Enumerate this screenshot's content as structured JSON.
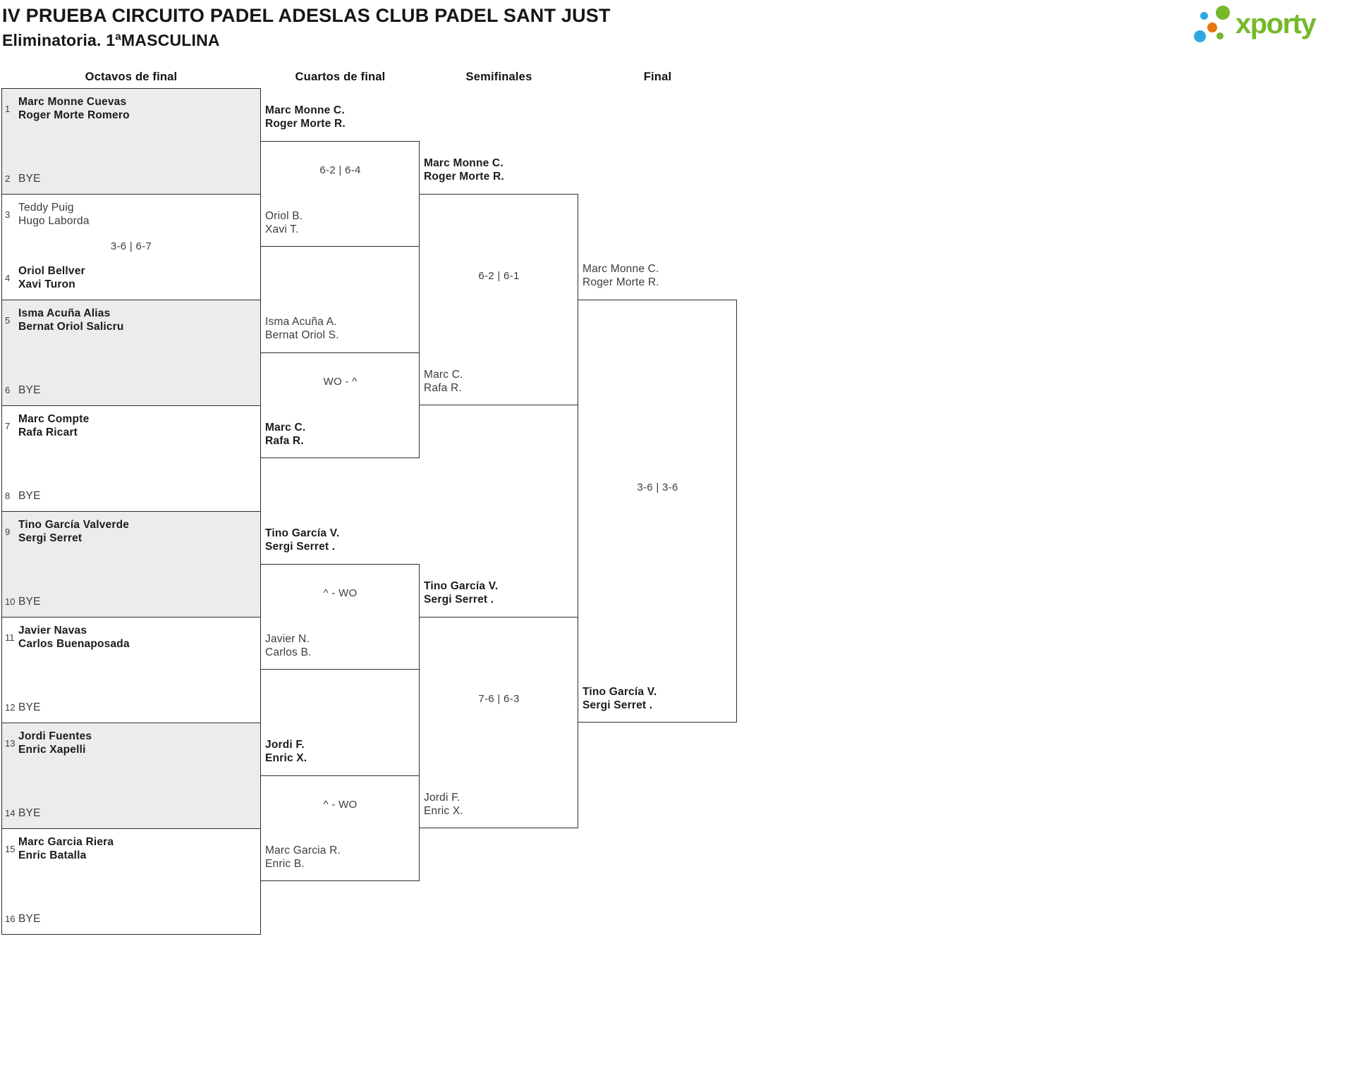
{
  "header": {
    "title": "IV PRUEBA CIRCUITO PADEL ADESLAS CLUB PADEL SANT JUST",
    "subtitle": "Eliminatoria. 1ªMASCULINA"
  },
  "logo": {
    "text": "xporty"
  },
  "colors": {
    "green": "#76b82a",
    "blue": "#2ba9e0",
    "orange": "#e8750e",
    "border": "#2e2e2e",
    "gray_box": "#ececec",
    "text_bold": "#1b1b1b",
    "text_normal": "#3c3c3c"
  },
  "bracket": {
    "rounds": [
      {
        "name": "Octavos de final",
        "matches": [
          {
            "score": "",
            "teams": [
              {
                "seed": "1",
                "lines": [
                  "Marc Monne Cuevas",
                  "Roger Morte Romero"
                ],
                "bold": true
              },
              {
                "seed": "2",
                "lines": [
                  "BYE"
                ],
                "bold": false
              }
            ]
          },
          {
            "score": "3-6 | 6-7",
            "teams": [
              {
                "seed": "3",
                "lines": [
                  "Teddy Puig",
                  "Hugo Laborda"
                ],
                "bold": false
              },
              {
                "seed": "4",
                "lines": [
                  "Oriol Bellver",
                  "Xavi Turon"
                ],
                "bold": true
              }
            ]
          },
          {
            "score": "",
            "teams": [
              {
                "seed": "5",
                "lines": [
                  "Isma Acuña Alias",
                  "Bernat Oriol Salicru"
                ],
                "bold": true
              },
              {
                "seed": "6",
                "lines": [
                  "BYE"
                ],
                "bold": false
              }
            ]
          },
          {
            "score": "",
            "teams": [
              {
                "seed": "7",
                "lines": [
                  "Marc Compte",
                  "Rafa Ricart"
                ],
                "bold": true
              },
              {
                "seed": "8",
                "lines": [
                  "BYE"
                ],
                "bold": false
              }
            ]
          },
          {
            "score": "",
            "teams": [
              {
                "seed": "9",
                "lines": [
                  "Tino García Valverde",
                  "Sergi Serret"
                ],
                "bold": true
              },
              {
                "seed": "10",
                "lines": [
                  "BYE"
                ],
                "bold": false
              }
            ]
          },
          {
            "score": "",
            "teams": [
              {
                "seed": "11",
                "lines": [
                  "Javier Navas",
                  "Carlos Buenaposada"
                ],
                "bold": true
              },
              {
                "seed": "12",
                "lines": [
                  "BYE"
                ],
                "bold": false
              }
            ]
          },
          {
            "score": "",
            "teams": [
              {
                "seed": "13",
                "lines": [
                  "Jordi Fuentes",
                  "Enric Xapelli"
                ],
                "bold": true
              },
              {
                "seed": "14",
                "lines": [
                  "BYE"
                ],
                "bold": false
              }
            ]
          },
          {
            "score": "",
            "teams": [
              {
                "seed": "15",
                "lines": [
                  "Marc Garcia Riera",
                  "Enric Batalla"
                ],
                "bold": true
              },
              {
                "seed": "16",
                "lines": [
                  "BYE"
                ],
                "bold": false
              }
            ]
          }
        ]
      },
      {
        "name": "Cuartos de final",
        "matches": [
          {
            "score": "6-2 | 6-4",
            "teams": [
              {
                "lines": [
                  "Marc Monne C.",
                  "Roger Morte R."
                ],
                "bold": true
              },
              {
                "lines": [
                  "Oriol B.",
                  "Xavi T."
                ],
                "bold": false
              }
            ]
          },
          {
            "score": "WO - ^",
            "teams": [
              {
                "lines": [
                  "Isma Acuña A.",
                  "Bernat Oriol S."
                ],
                "bold": false
              },
              {
                "lines": [
                  "Marc C.",
                  "Rafa R."
                ],
                "bold": true
              }
            ]
          },
          {
            "score": "^ - WO",
            "teams": [
              {
                "lines": [
                  "Tino García V.",
                  "Sergi Serret ."
                ],
                "bold": true
              },
              {
                "lines": [
                  "Javier N.",
                  "Carlos B."
                ],
                "bold": false
              }
            ]
          },
          {
            "score": "^ - WO",
            "teams": [
              {
                "lines": [
                  "Jordi F.",
                  "Enric X."
                ],
                "bold": true
              },
              {
                "lines": [
                  "Marc Garcia R.",
                  "Enric B."
                ],
                "bold": false
              }
            ]
          }
        ]
      },
      {
        "name": "Semifinales",
        "matches": [
          {
            "score": "6-2 | 6-1",
            "teams": [
              {
                "lines": [
                  "Marc Monne C.",
                  "Roger Morte R."
                ],
                "bold": true
              },
              {
                "lines": [
                  "Marc C.",
                  "Rafa R."
                ],
                "bold": false
              }
            ]
          },
          {
            "score": "7-6 | 6-3",
            "teams": [
              {
                "lines": [
                  "Tino García V.",
                  "Sergi Serret ."
                ],
                "bold": true
              },
              {
                "lines": [
                  "Jordi F.",
                  "Enric X."
                ],
                "bold": false
              }
            ]
          }
        ]
      },
      {
        "name": "Final",
        "matches": [
          {
            "score": "3-6 | 3-6",
            "teams": [
              {
                "lines": [
                  "Marc Monne C.",
                  "Roger Morte R."
                ],
                "bold": false
              },
              {
                "lines": [
                  "Tino García V.",
                  "Sergi Serret ."
                ],
                "bold": true
              }
            ]
          }
        ]
      }
    ]
  }
}
